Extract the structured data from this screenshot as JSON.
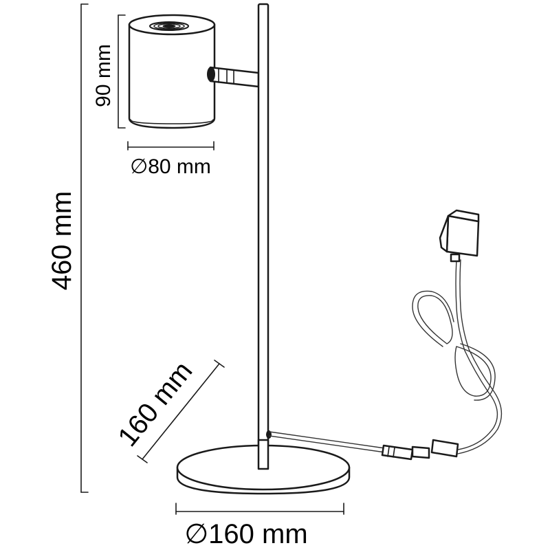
{
  "dimensions": {
    "height_label": "460 mm",
    "head_height_label": "90 mm",
    "head_diameter_label": "∅80 mm",
    "base_depth_label": "160 mm",
    "base_diameter_label": "∅160 mm"
  }
}
